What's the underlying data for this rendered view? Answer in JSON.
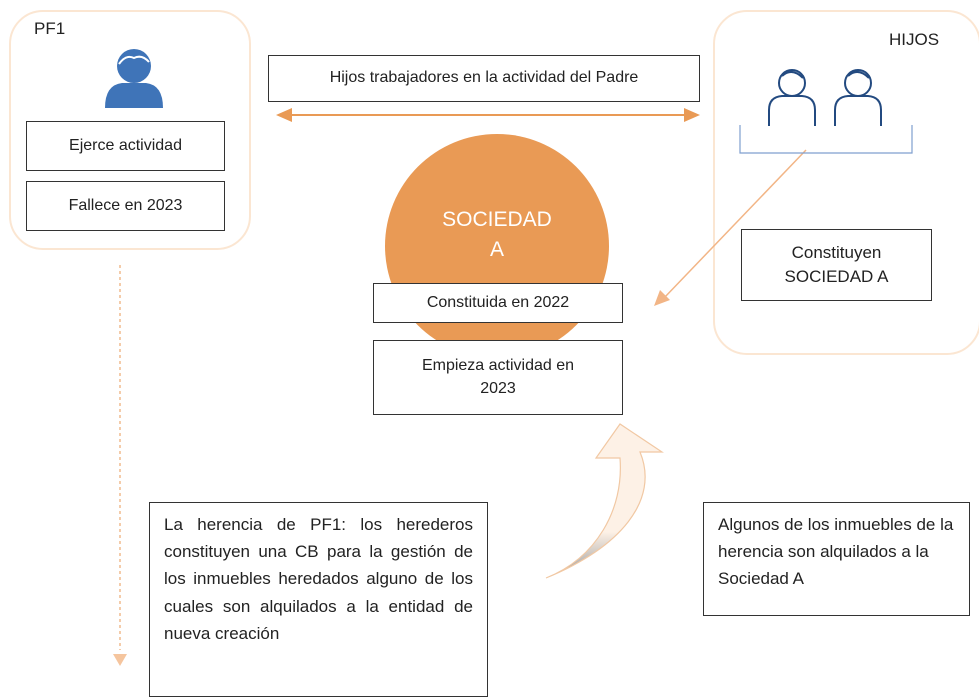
{
  "pf1": {
    "label": "PF1",
    "boxes": [
      "Ejerce actividad",
      "Fallece en 2023"
    ]
  },
  "hijos": {
    "label": "HIJOS",
    "box": "Constituyen SOCIEDAD A"
  },
  "relation": "Hijos trabajadores en la actividad del Padre",
  "sociedad": {
    "title_line1": "SOCIEDAD",
    "title_line2": "A",
    "boxes": [
      "Constituida en 2022",
      "Empieza actividad en 2023"
    ]
  },
  "herencia_text": "La herencia de PF1: los herederos constituyen una CB para la gestión de los inmuebles heredados alguno de los cuales son alquilados a la entidad de nueva creación",
  "inmuebles_text": "Algunos de los inmuebles de la herencia son alquilados a la Sociedad A",
  "colors": {
    "accent": "#e99a55",
    "panel_border": "#fbe6d2",
    "person_icon": "#3f74b8",
    "curved_arrow_fill": "#fdf1e6"
  }
}
